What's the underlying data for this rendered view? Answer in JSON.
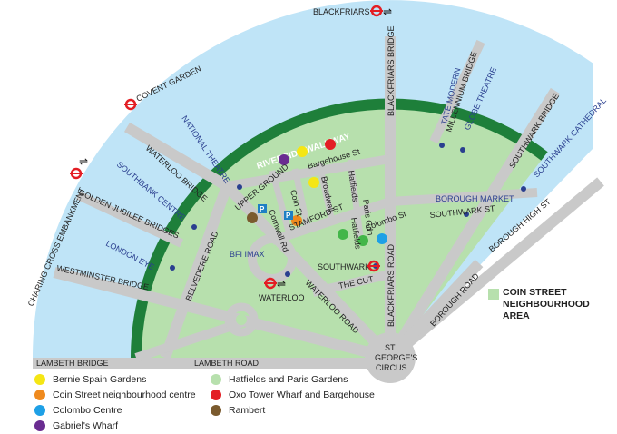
{
  "title_key": {
    "label": "COIN STREET NEIGHBOURHOOD AREA",
    "color": "#b7e0ad"
  },
  "stations": {
    "blackfriars": "BLACKFRIARS",
    "covent_garden": "COVENT GARDEN",
    "charing_cross": "CHARING CROSS EMBANKMENT",
    "waterloo": "WATERLOO",
    "southwark": "SOUTHWARK"
  },
  "river": {
    "walkway": "RIVERSIDE WALKWAY"
  },
  "bridges": {
    "blackfriars": "BLACKFRIARS BRIDGE",
    "waterloo": "WATERLOO BRIDGE",
    "golden_jubilee": "GOLDEN JUBILEE BRIDGES",
    "westminster": "WESTMINSTER BRIDGE",
    "lambeth": "LAMBETH BRIDGE",
    "millennium": "MILLENNIUM BRIDGE",
    "southwark": "SOUTHWARK BRIDGE"
  },
  "places": {
    "national_theatre": "NATIONAL THEATRE",
    "southbank_centre": "SOUTHBANK CENTRE",
    "london_eye": "LONDON EYE",
    "tate_modern": "TATE MODERN",
    "globe_theatre": "GLOBE THEATRE",
    "southwark_cathedral": "SOUTHWARK CATHEDRAL",
    "borough_market": "BOROUGH MARKET",
    "bfi_imax": "BFI IMAX"
  },
  "roads": {
    "belvedere": "BELVEDERE ROAD",
    "upper_ground": "UPPER GROUND",
    "cornwall": "Cornwall Rd",
    "coin": "Coin St",
    "broadwall": "Broadwall",
    "bargehouse": "Bargehouse St",
    "hatfields_top": "Hatfields",
    "paris_gdn": "Paris Gdn",
    "hatfields": "Hatfields",
    "colombo": "Colombo St",
    "stamford": "STAMFORD ST",
    "southwark_st": "SOUTHWARK ST",
    "borough_high": "BOROUGH HIGH ST",
    "borough_road": "BOROUGH ROAD",
    "blackfriars_road": "BLACKFRIARS ROAD",
    "waterloo_road": "WATERLOO ROAD",
    "the_cut": "THE CUT",
    "lambeth_road": "LAMBETH ROAD",
    "st_georges_1": "ST",
    "st_georges_2": "GEORGE'S",
    "st_georges_3": "CIRCUS"
  },
  "parking_symbol": "P",
  "legend": [
    {
      "label": "Bernie Spain Gardens",
      "color": "#f5e614"
    },
    {
      "label": "Hatfields and Paris Gardens",
      "color": "#b7e0ad"
    },
    {
      "label": "Coin Street neighbourhood centre",
      "color": "#ef8a1e"
    },
    {
      "label": "Oxo Tower Wharf and Bargehouse",
      "color": "#e31e24"
    },
    {
      "label": "Colombo Centre",
      "color": "#1ea0e6"
    },
    {
      "label": "Rambert",
      "color": "#7a5a2e"
    },
    {
      "label": "Gabriel's Wharf",
      "color": "#6a2c91"
    }
  ],
  "colors": {
    "river": "#bfe4f7",
    "neighbourhood": "#b7e0ad",
    "walkway": "#1e7f3a",
    "road": "#c9c9c9",
    "tube_red": "#e31e24",
    "place_text": "#2a3f8f"
  }
}
